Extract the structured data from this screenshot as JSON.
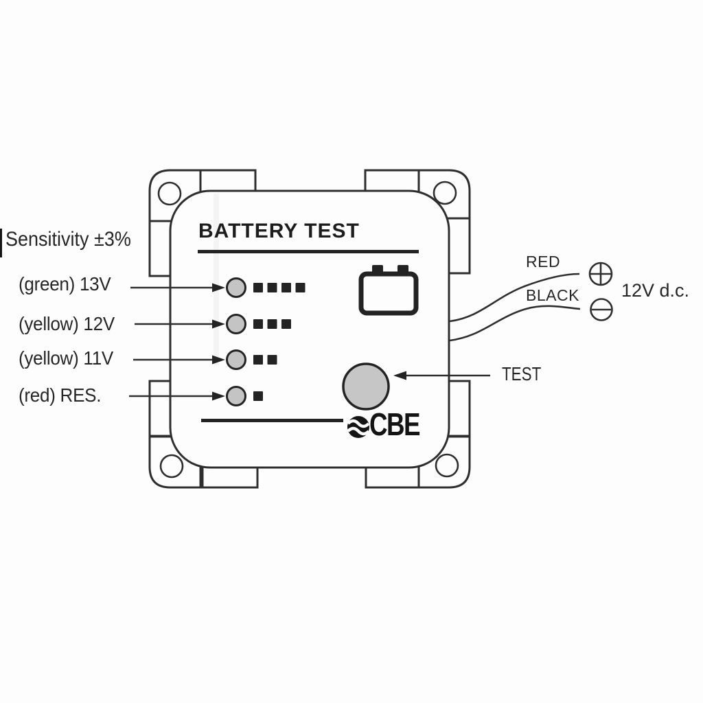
{
  "diagram": {
    "sensitivity_note": "Sensitivity ±3%",
    "panel": {
      "title": "BATTERY TEST",
      "brand": "CBE",
      "led_rows": [
        {
          "label": "(green) 13V",
          "segments": 4
        },
        {
          "label": "(yellow) 12V",
          "segments": 3
        },
        {
          "label": "(yellow) 11V",
          "segments": 2
        },
        {
          "label": "(red) RES.",
          "segments": 1
        }
      ]
    },
    "test_annotation": "TEST",
    "wiring": {
      "red_label": "RED",
      "black_label": "BLACK",
      "red_polarity": "+",
      "black_polarity": "−",
      "supply_label": "12V d.c."
    },
    "icons": {
      "battery": "battery-icon",
      "red_terminal": "plus-circle-icon",
      "black_terminal": "minus-circle-icon",
      "brand_mark": "cbe-wave-logo-icon"
    }
  },
  "colors": {
    "ink": "#2e2e2e",
    "paper": "#fdfdfd",
    "led_fill": "#c4c4c4",
    "button_fill": "#c6c6c6"
  }
}
